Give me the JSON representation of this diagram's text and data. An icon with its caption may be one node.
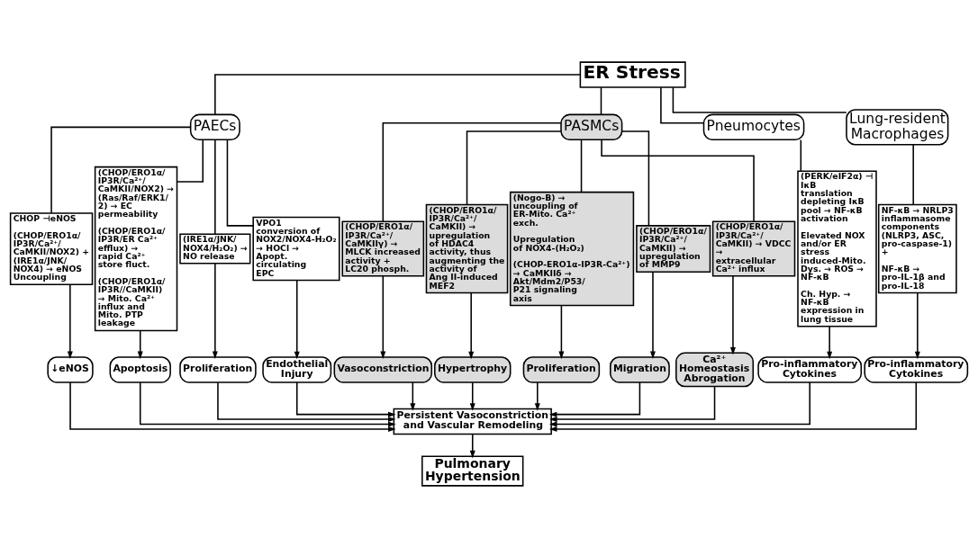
{
  "diagram": {
    "nodes": [
      {
        "text": [
          "ER Stress"
        ]
      },
      {
        "text": [
          "PAECs"
        ]
      },
      {
        "text": [
          "PASMCs"
        ]
      },
      {
        "text": [
          "Pneumocytes"
        ]
      },
      {
        "text": [
          "Lung-resident Macrophages"
        ]
      },
      {
        "text": [
          "CHOP ⊣eNOS",
          "(CHOP/ERO1α/IP3R/Ca²⁺/CaMKII/NOX2) + (IRE1α/JNK/NOX4) → eNOS Uncoupling"
        ]
      },
      {
        "text": [
          "(CHOP/ERO1α/IP3R/Ca²⁺/CaMKII/NOX2) → (Ras/Raf/ERK1/2) → EC permeability",
          "(CHOP/ERO1α/IP3R/ER Ca²⁺ efflux) → rapid Ca²⁺ store fluct.",
          "(CHOP/ERO1α/IP3R//CaMKII) → Mito. Ca²⁺ influx and Mito. PTP leakage"
        ]
      },
      {
        "text": [
          "(IRE1α/JNK/NOX4/H₂O₂) → NO release"
        ]
      },
      {
        "text": [
          "VPO1 conversion of NOX2/NOX4-H₂O₂ → HOCl → Apopt. circulating EPC"
        ]
      },
      {
        "text": [
          "(CHOP/ERO1α/IP3R/Ca²⁺/CaMKIIγ) → MLCK increased activity + LC20 phosph."
        ]
      },
      {
        "text": [
          "(CHOP/ERO1α/IP3R/Ca²⁺/CaMKII) → upregulation of HDAC4 activity, thus augmenting the activity of Ang II-induced MEF2"
        ]
      },
      {
        "text": [
          "(Nogo-B) → uncoupling of ER-Mito. Ca²⁺ exch.",
          "Upregulation of NOX4-(H₂O₂)",
          "(CHOP-ERO1α-IP3R-Ca²⁺) → CaMKIIδ → Akt/Mdm2/P53/P21 signaling axis"
        ]
      },
      {
        "text": [
          "(CHOP/ERO1α/IP3R/Ca²⁺/CaMKII) → upregulation of MMP9"
        ]
      },
      {
        "text": [
          "(CHOP/ERO1α/IP3R/Ca²⁺/CaMKII) → VDCC → extracellular Ca²⁺ influx"
        ]
      },
      {
        "text": [
          "(PERK/eIF2α) ⊣ IκB translation depleting IκB pool → NF-κB activation",
          "Elevated NOX and/or ER stress induced-Mito. Dys. → ROS → NF-κB",
          "Ch. Hyp. → NF-κB expression in lung tissue"
        ]
      },
      {
        "text": [
          "NF-κB → NRLP3 inflammasome components (NLRP3, ASC, pro-caspase-1) +",
          "NF-κB → pro-IL-1β and pro-IL-18"
        ]
      },
      {
        "text": [
          "↓eNOS"
        ]
      },
      {
        "text": [
          "Apoptosis"
        ]
      },
      {
        "text": [
          "Proliferation"
        ]
      },
      {
        "text": [
          "Endothelial Injury"
        ]
      },
      {
        "text": [
          "Vasoconstriction"
        ]
      },
      {
        "text": [
          "Hypertrophy"
        ]
      },
      {
        "text": [
          "Proliferation"
        ]
      },
      {
        "text": [
          "Migration"
        ]
      },
      {
        "text": [
          "Ca²⁺ Homeostasis Abrogation"
        ]
      },
      {
        "text": [
          "Pro-inflammatory Cytokines"
        ]
      },
      {
        "text": [
          "Pro-inflammatory Cytokines"
        ]
      },
      {
        "text": [
          "Persistent Vasoconstriction and Vascular Remodeling"
        ]
      },
      {
        "text": [
          "Pulmonary Hypertension"
        ]
      }
    ],
    "edges": [
      {
        "from": 0,
        "to": 1,
        "arrow": "none"
      },
      {
        "from": 0,
        "to": 2,
        "arrow": "none"
      },
      {
        "from": 0,
        "to": 3,
        "arrow": "none"
      },
      {
        "from": 0,
        "to": 4,
        "arrow": "none"
      },
      {
        "from": 1,
        "to": 5,
        "arrow": "none"
      },
      {
        "from": 1,
        "to": 6,
        "arrow": "none"
      },
      {
        "from": 1,
        "to": 7,
        "arrow": "none"
      },
      {
        "from": 1,
        "to": 8,
        "arrow": "none"
      },
      {
        "from": 2,
        "to": 9,
        "arrow": "none"
      },
      {
        "from": 2,
        "to": 10,
        "arrow": "none"
      },
      {
        "from": 2,
        "to": 11,
        "arrow": "none"
      },
      {
        "from": 2,
        "to": 12,
        "arrow": "none"
      },
      {
        "from": 2,
        "to": 13,
        "arrow": "none"
      },
      {
        "from": 3,
        "to": 14,
        "arrow": "none"
      },
      {
        "from": 4,
        "to": 15,
        "arrow": "none"
      },
      {
        "from": 5,
        "to": 16,
        "arrow": "to"
      },
      {
        "from": 6,
        "to": 17,
        "arrow": "to"
      },
      {
        "from": 7,
        "to": 18,
        "arrow": "to"
      },
      {
        "from": 8,
        "to": 19,
        "arrow": "to"
      },
      {
        "from": 9,
        "to": 20,
        "arrow": "to"
      },
      {
        "from": 10,
        "to": 21,
        "arrow": "to"
      },
      {
        "from": 11,
        "to": 22,
        "arrow": "to"
      },
      {
        "from": 12,
        "to": 23,
        "arrow": "to"
      },
      {
        "from": 13,
        "to": 24,
        "arrow": "to"
      },
      {
        "from": 14,
        "to": 25,
        "arrow": "to"
      },
      {
        "from": 15,
        "to": 26,
        "arrow": "to"
      },
      {
        "from": 16,
        "to": 27,
        "arrow": "to"
      },
      {
        "from": 17,
        "to": 27,
        "arrow": "to"
      },
      {
        "from": 18,
        "to": 27,
        "arrow": "to"
      },
      {
        "from": 19,
        "to": 27,
        "arrow": "to"
      },
      {
        "from": 20,
        "to": 27,
        "arrow": "to"
      },
      {
        "from": 21,
        "to": 27,
        "arrow": "to"
      },
      {
        "from": 22,
        "to": 27,
        "arrow": "to"
      },
      {
        "from": 23,
        "to": 27,
        "arrow": "to"
      },
      {
        "from": 24,
        "to": 27,
        "arrow": "to"
      },
      {
        "from": 25,
        "to": 27,
        "arrow": "to"
      },
      {
        "from": 26,
        "to": 27,
        "arrow": "to"
      },
      {
        "from": 27,
        "to": 28,
        "arrow": "to"
      }
    ]
  }
}
